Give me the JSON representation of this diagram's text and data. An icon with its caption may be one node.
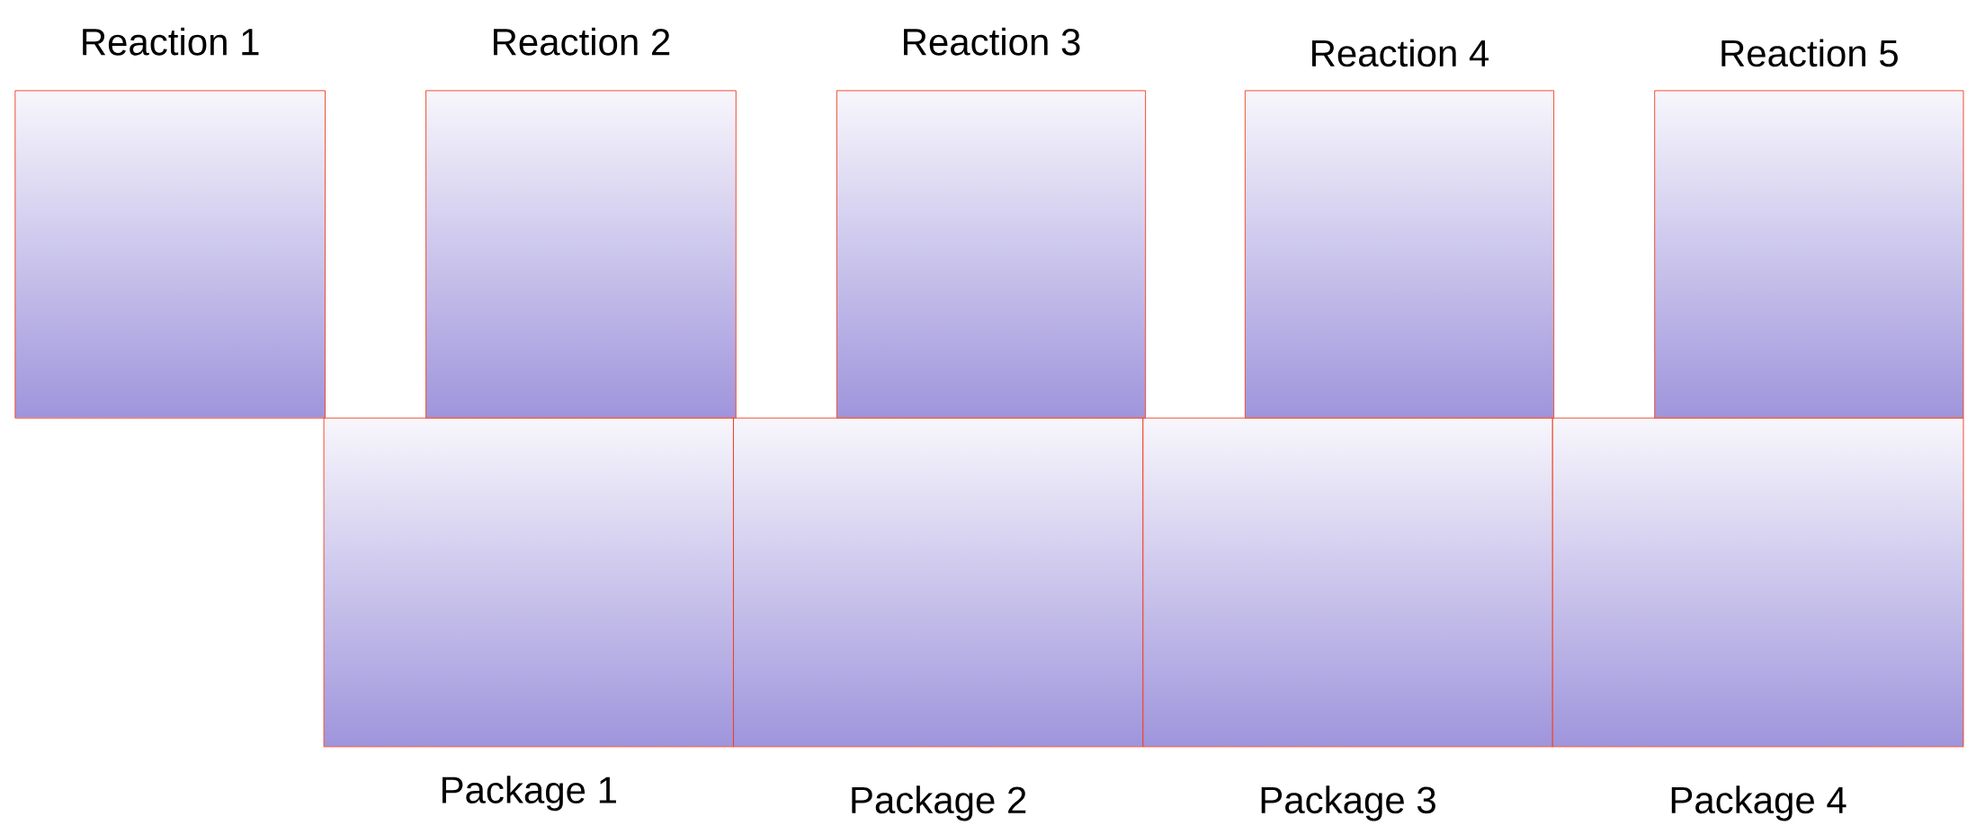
{
  "diagram": {
    "nodes": [
      {
        "text": [
          "Reaction 1"
        ]
      },
      {
        "text": [
          "Reaction 2"
        ]
      },
      {
        "text": [
          "Reaction 3"
        ]
      },
      {
        "text": [
          "Reaction 4"
        ]
      },
      {
        "text": [
          "Reaction 5"
        ]
      },
      {
        "text": [
          "Package 1"
        ]
      },
      {
        "text": [
          "Package 2"
        ]
      },
      {
        "text": [
          "Package 3"
        ]
      },
      {
        "text": [
          "Package 4"
        ]
      }
    ]
  }
}
